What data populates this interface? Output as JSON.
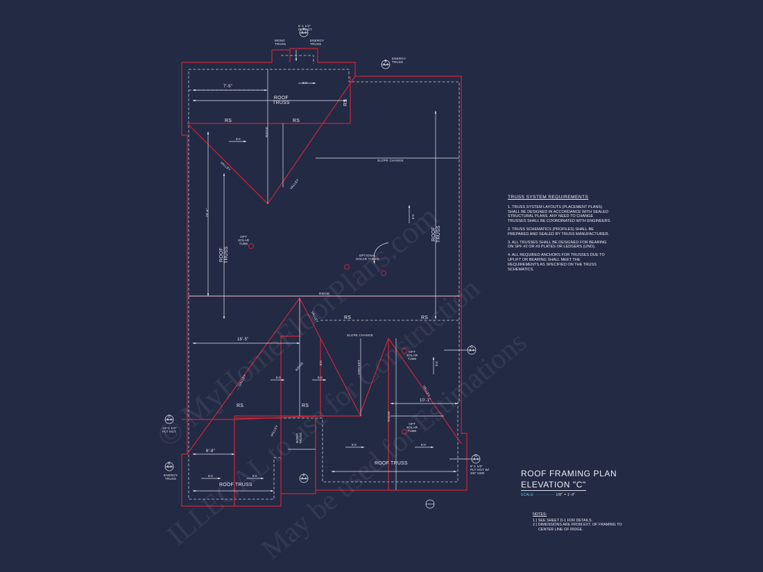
{
  "labels": {
    "mono_truss": "MONO\nTRUSS",
    "energy_truss_top": "ENERGY\nTRUSS",
    "plt_hgt_top": "8'-1 1/2\"\nPLT HGT",
    "energy_truss_topright": "ENERGY\nTRUSS",
    "dim_7_5": "7'-5\"",
    "slope_80_a": "8:0",
    "roof_truss_top": "ROOF\nTRUSS",
    "rs_a": "RS",
    "rs_b": "RS",
    "rs_c": "RS",
    "ridge_top": "RIDGE",
    "slope_80_b": "8:0",
    "slope_change_top": "SLOPE CHANGE",
    "valley_a": "VALLEY",
    "valley_b": "VALLEY",
    "dim_25_4": "25'-4\"",
    "slope_80_c": "8:0",
    "roof_truss_left": "ROOF\nTRUSS",
    "roof_truss_right": "ROOF\nTRUSS",
    "opt_solar_tube_a": "OPT\nSOLAR\nTUBE",
    "optional_solar_tubes": "OPTIONAL\nSOLAR TUBES",
    "ridge_mid": "RIDGE",
    "valley_c": "VALLEY",
    "rs_d": "RS",
    "rs_e": "RS",
    "dim_16_5": "16'-5\"",
    "slope_change_mid": "SLOPE CHANGE",
    "ridge_b": "RIDGE",
    "slope_80_d": "8:0",
    "cricket": "CRICKET",
    "opt_solar_tube_b": "OPT\nSOLAR\nTUBE",
    "slope_80_e": "8:0",
    "valley_d": "VALLEY",
    "valley_e": "VALLEY",
    "slope_80_f": "8:0",
    "slope_80_g": "8:0",
    "rs_f": "RS",
    "rs_g": "RS",
    "dim_10_1": "10'-1\"",
    "ridge_c": "RIDGE",
    "opt_solar_tube_c": "OPT\nSOLAR\nTUBE",
    "valley_f": "VALLEY",
    "mono_truss_b": "MONO\nTRUSS",
    "slope_80_h": "8:0",
    "slope_80_i": "8:0",
    "dim_6_8": "6'-8\"",
    "slope_80_j": "8:0",
    "slope_80_k": "8:0",
    "roof_truss_bottom": "ROOF TRUSS",
    "roof_truss_bottom_right": "ROOF TRUSS",
    "energy_truss_left": "ENERGY\nTRUSS",
    "plt_hgt_left": "10'-1 1/2\"\nPLT HGT",
    "plt_hgt_right": "8'-1 1/2\"\nPLT HGT W/\n3/8\" HDR",
    "callout_a": "A\nA-4",
    "callout_b": "B\nA-4",
    "callout_c": "C\nA-4",
    "callout_d": "D\nA-4",
    "callout_e": "E\nA-4",
    "callout_f": "F\nA-4",
    "callout_g": "G\nA-4"
  },
  "notes": {
    "heading": "TRUSS SYSTEM REQUIREMENTS",
    "items": [
      "1. TRUSS SYSTEM LAYOUTS (PLACEMENT PLANS) SHALL BE DESIGNED IN ACCORDANCE WITH SEALED STRUCTURAL PLANS. ANY NEED TO CHANGE TRUSSES SHALL BE COORDINATED WITH ENGINEERS.",
      "2. TRUSS SCHEMATICS (PROFILES) SHALL BE PREPARED AND SEALED BY TRUSS MANUFACTURER.",
      "3. ALL TRUSSES SHALL BE DESIGNED FOR BEARING ON SPF #2 OR #3 PLATES OR LEDGERS (UNO).",
      "4. ALL REQUIRED ANCHORS FOR TRUSSES DUE TO UPLIFT OR BEARING SHALL MEET THE REQUIREMENTS AS SPECIFIED ON THE TRUSS SCHEMATICS."
    ]
  },
  "title": {
    "main": "ROOF FRAMING PLAN",
    "elevation": "ELEVATION \"C\"",
    "scale_label": "SCALE:",
    "scale_dots": "··············",
    "scale_value": "1/8\" = 1'-0\""
  },
  "footer_notes": {
    "heading": "NOTES:",
    "items": [
      "1.) SEE SHEET D-1 FOR DETAILS.",
      "2.) DIMENSIONS ARE FROM EXT. OF FRAMING TO CENTER LINE OF RIDGE."
    ]
  },
  "watermark": {
    "line1": "© MyHomeFloorPlans.com",
    "line2": "ILLEGAL to use for Construction",
    "line3": "May be used for Estimations"
  },
  "colors": {
    "background": "#232a44",
    "roof_outline": "#c8283c",
    "wall_dashed": "#c9cbd6",
    "scale_accent": "#56d6e8"
  }
}
